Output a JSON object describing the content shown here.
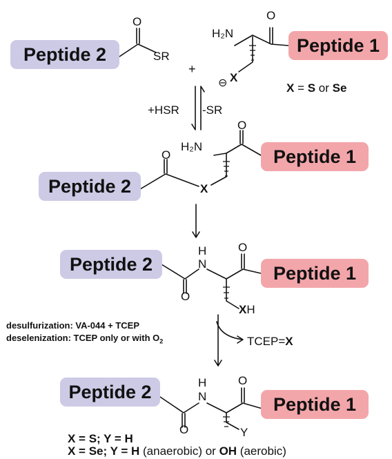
{
  "peptides": {
    "p1": "Peptide 1",
    "p2": "Peptide 2"
  },
  "colors": {
    "peptide2_fill": "#cdcae6",
    "peptide1_fill": "#f3a6aa"
  },
  "atoms": {
    "O": "O",
    "SR": "SR",
    "H2N": "H₂N",
    "X": "X",
    "XH_x": "X",
    "XH_h": "H",
    "H": "H",
    "N": "N",
    "Y": "Y",
    "minus": "⊖"
  },
  "plus": "+",
  "x_def": {
    "x": "X",
    "eq": " = ",
    "s": "S",
    "or": " or ",
    "se": "Se"
  },
  "step1": {
    "forward": "+HSR",
    "reverse": "-SR"
  },
  "step3": {
    "line1": "desulfurization: VA-044 + TCEP",
    "line2a": "deselenization: TCEP only or with O",
    "line2sub": "2",
    "byproduct_a": "TCEP=",
    "byproduct_b": "X"
  },
  "result": {
    "line1": "X = S; Y = H",
    "line2_bold": "X = Se; Y = H",
    "line2_a": " (anaerobic) or ",
    "line2_oh": "OH",
    "line2_b": " (aerobic)"
  }
}
